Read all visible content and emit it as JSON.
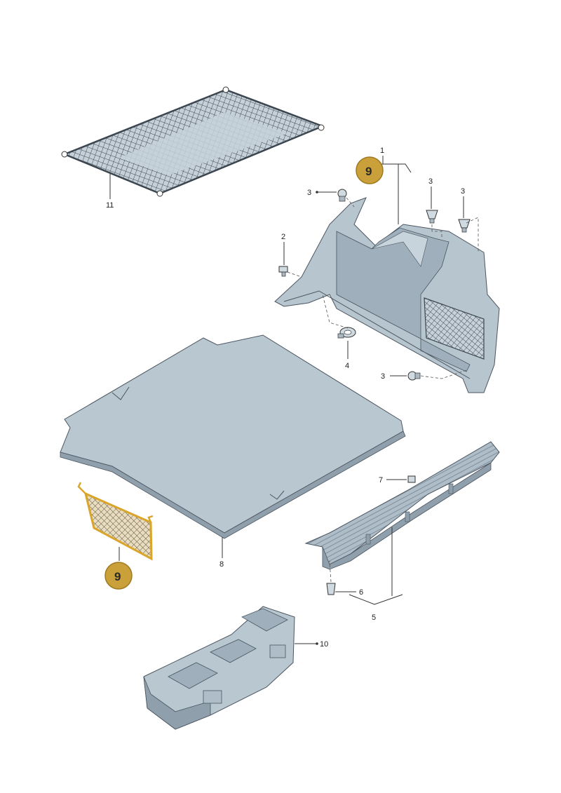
{
  "labels": {
    "p1": "1",
    "p2": "2",
    "p3a": "3",
    "p3b": "3",
    "p3c": "3",
    "p3d": "3",
    "p4": "4",
    "p5": "5",
    "p6": "6",
    "p7": "7",
    "p8": "8",
    "p10": "10",
    "p11": "11"
  },
  "badges": {
    "top": "9",
    "bottom": "9"
  },
  "colors": {
    "part_fill": "#b9c7d1",
    "part_fill_dark": "#8f9fab",
    "highlight": "#d9a52a",
    "badge_fill": "#c9a03a"
  }
}
